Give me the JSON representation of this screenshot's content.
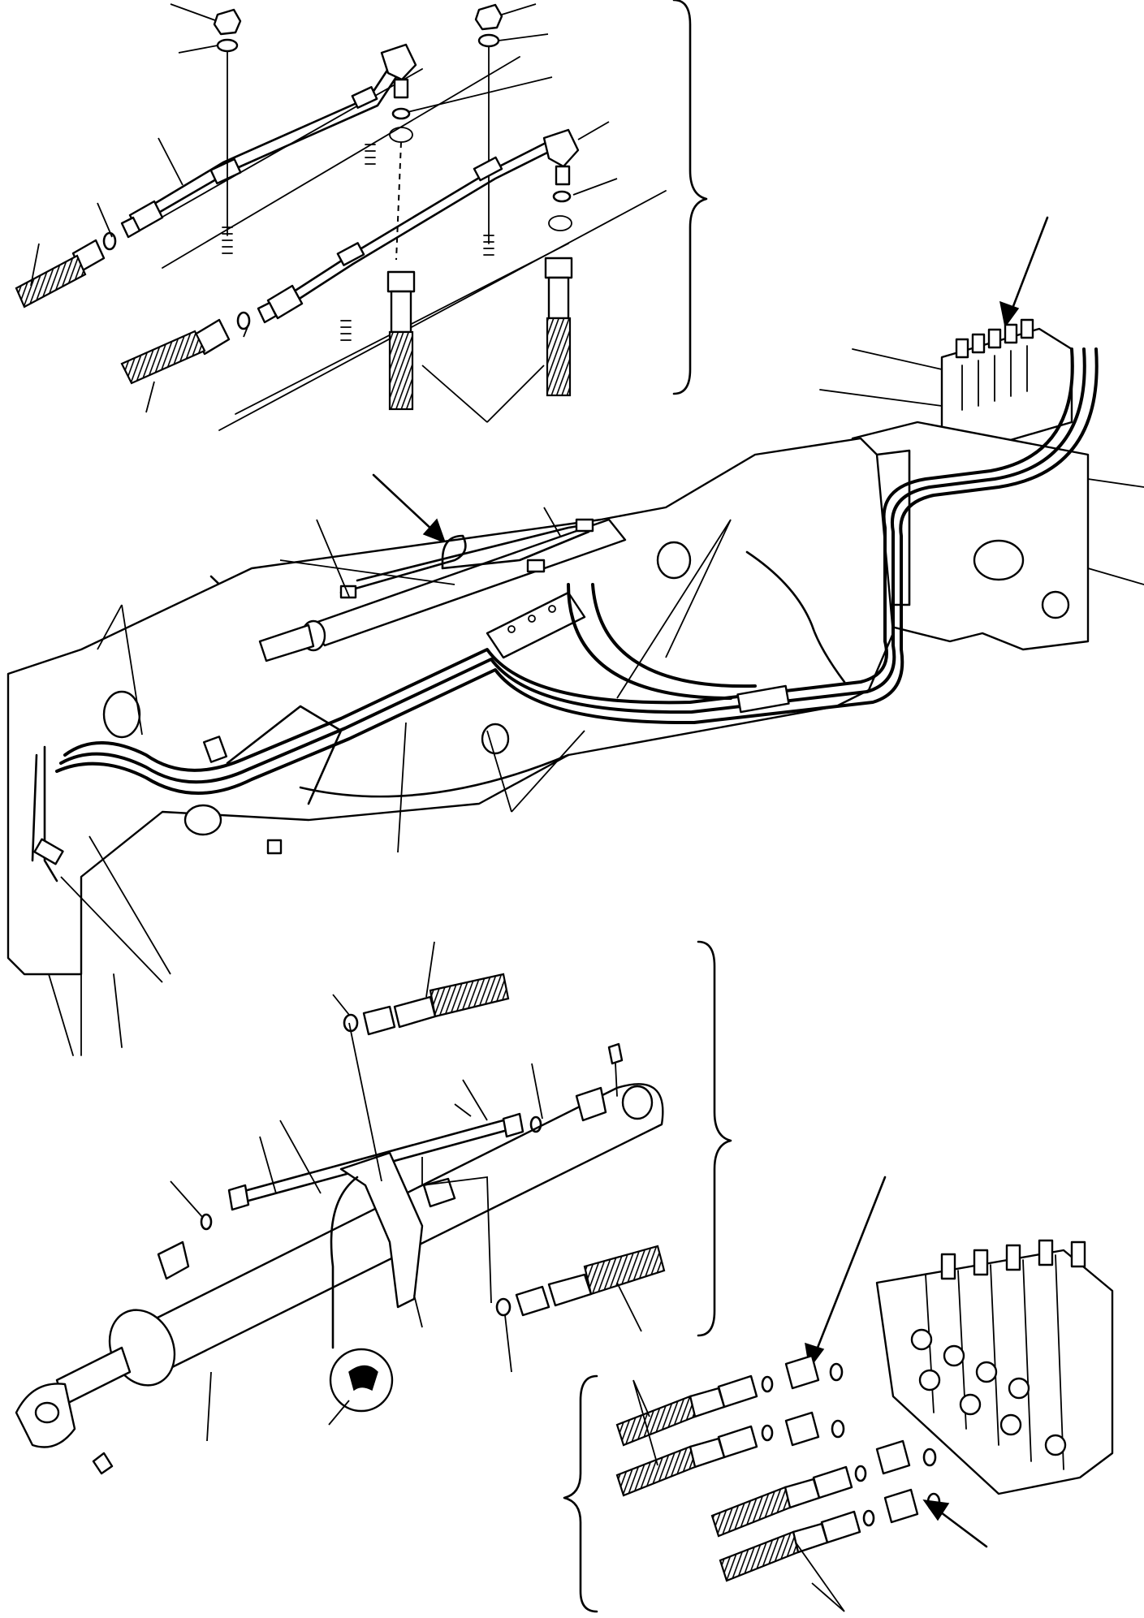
{
  "drawing": {
    "colors": {
      "line": "#000000",
      "paper": "#ffffff"
    },
    "views": [
      {
        "id": "top-left-detail",
        "icon": "brace-right"
      },
      {
        "id": "arm-assembly",
        "icon": "none"
      },
      {
        "id": "cylinder-detail",
        "icon": "brace-right"
      },
      {
        "id": "valve-detail",
        "icon": "brace-left"
      }
    ]
  }
}
